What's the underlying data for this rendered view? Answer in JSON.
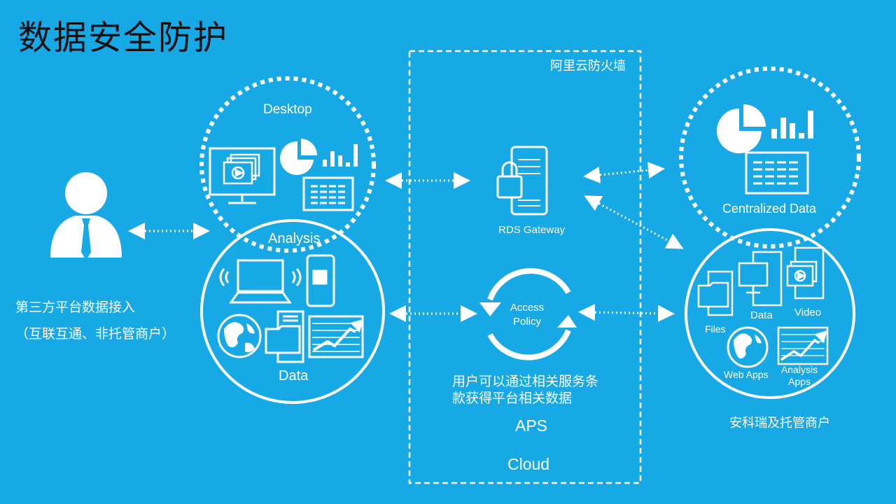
{
  "title": "数据安全防护",
  "firewall_label": "阿里云防火墙",
  "left": {
    "user_caption_line1": "第三方平台数据接入",
    "user_caption_line2": "（互联互通、非托管商户）",
    "desktop_label": "Desktop",
    "analysis_label": "Analysis",
    "data_label": "Data"
  },
  "middle": {
    "gateway_label": "RDS Gateway",
    "access_policy_line1": "Access",
    "access_policy_line2": "Policy",
    "terms_line1": "用户可以通过相关服务条",
    "terms_line2": "款获得平台相关数据",
    "aps_label": "APS",
    "cloud_label": "Cloud"
  },
  "right": {
    "centralized_label": "Centralized Data",
    "files_label": "Files",
    "data_label": "Data",
    "video_label": "Video",
    "webapps_label": "Web Apps",
    "analysis_apps_line1": "Analysis",
    "analysis_apps_line2": "Apps",
    "merchant_caption": "安科瑞及托管商户"
  },
  "colors": {
    "background": "#17a9e6",
    "foreground": "#ffffff",
    "title": "#111111"
  }
}
